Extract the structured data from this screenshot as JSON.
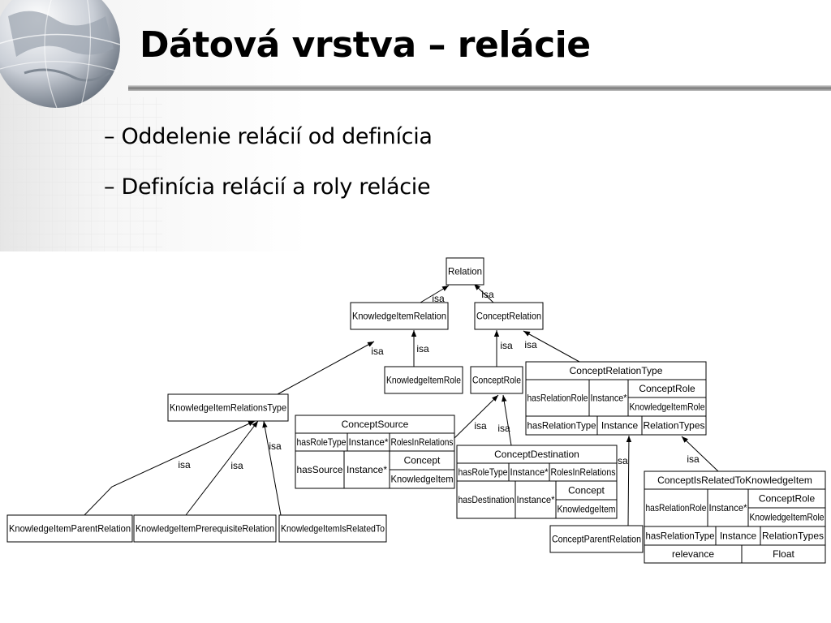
{
  "slide": {
    "title": "Dátová vrstva – relácie",
    "bullets": [
      "– Oddelenie relácií od definícia",
      "– Definícia relácií a roly relácie"
    ]
  },
  "diagram": {
    "edge_label": "isa",
    "classes": {
      "relation": "Relation",
      "knowledge_item_relation": "KnowledgeItemRelation",
      "concept_relation": "ConceptRelation",
      "knowledge_item_role": "KnowledgeItemRole",
      "concept_role": "ConceptRole",
      "knowledge_item_relations_type": "KnowledgeItemRelationsType",
      "knowledge_item_parent_relation": "KnowledgeItemParentRelation",
      "knowledge_item_prerequisite_relation": "KnowledgeItemPrerequisiteRelation",
      "knowledge_item_is_related_to": "KnowledgeItemIsRelatedTo",
      "concept_parent_relation": "ConceptParentRelation"
    },
    "tables": {
      "concept_relation_type": {
        "name": "ConceptRelationType",
        "rows": [
          [
            "hasRelationRole",
            "Instance*",
            "ConceptRole",
            "KnowledgeItemRole"
          ],
          [
            "hasRelationType",
            "Instance",
            "RelationTypes"
          ]
        ]
      },
      "concept_source": {
        "name": "ConceptSource",
        "rows": [
          [
            "hasRoleType",
            "Instance*",
            "RolesInRelations"
          ],
          [
            "hasSource",
            "Instance*",
            "Concept",
            "KnowledgeItem"
          ]
        ]
      },
      "concept_destination": {
        "name": "ConceptDestination",
        "rows": [
          [
            "hasRoleType",
            "Instance*",
            "RolesInRelations"
          ],
          [
            "hasDestination",
            "Instance*",
            "Concept",
            "KnowledgeItem"
          ]
        ]
      },
      "concept_is_related_to_knowledge_item": {
        "name": "ConceptIsRelatedToKnowledgeItem",
        "rows": [
          [
            "hasRelationRole",
            "Instance*",
            "ConceptRole",
            "KnowledgeItemRole"
          ],
          [
            "hasRelationType",
            "Instance",
            "RelationTypes"
          ],
          [
            "relevance",
            "Float"
          ]
        ]
      }
    }
  }
}
